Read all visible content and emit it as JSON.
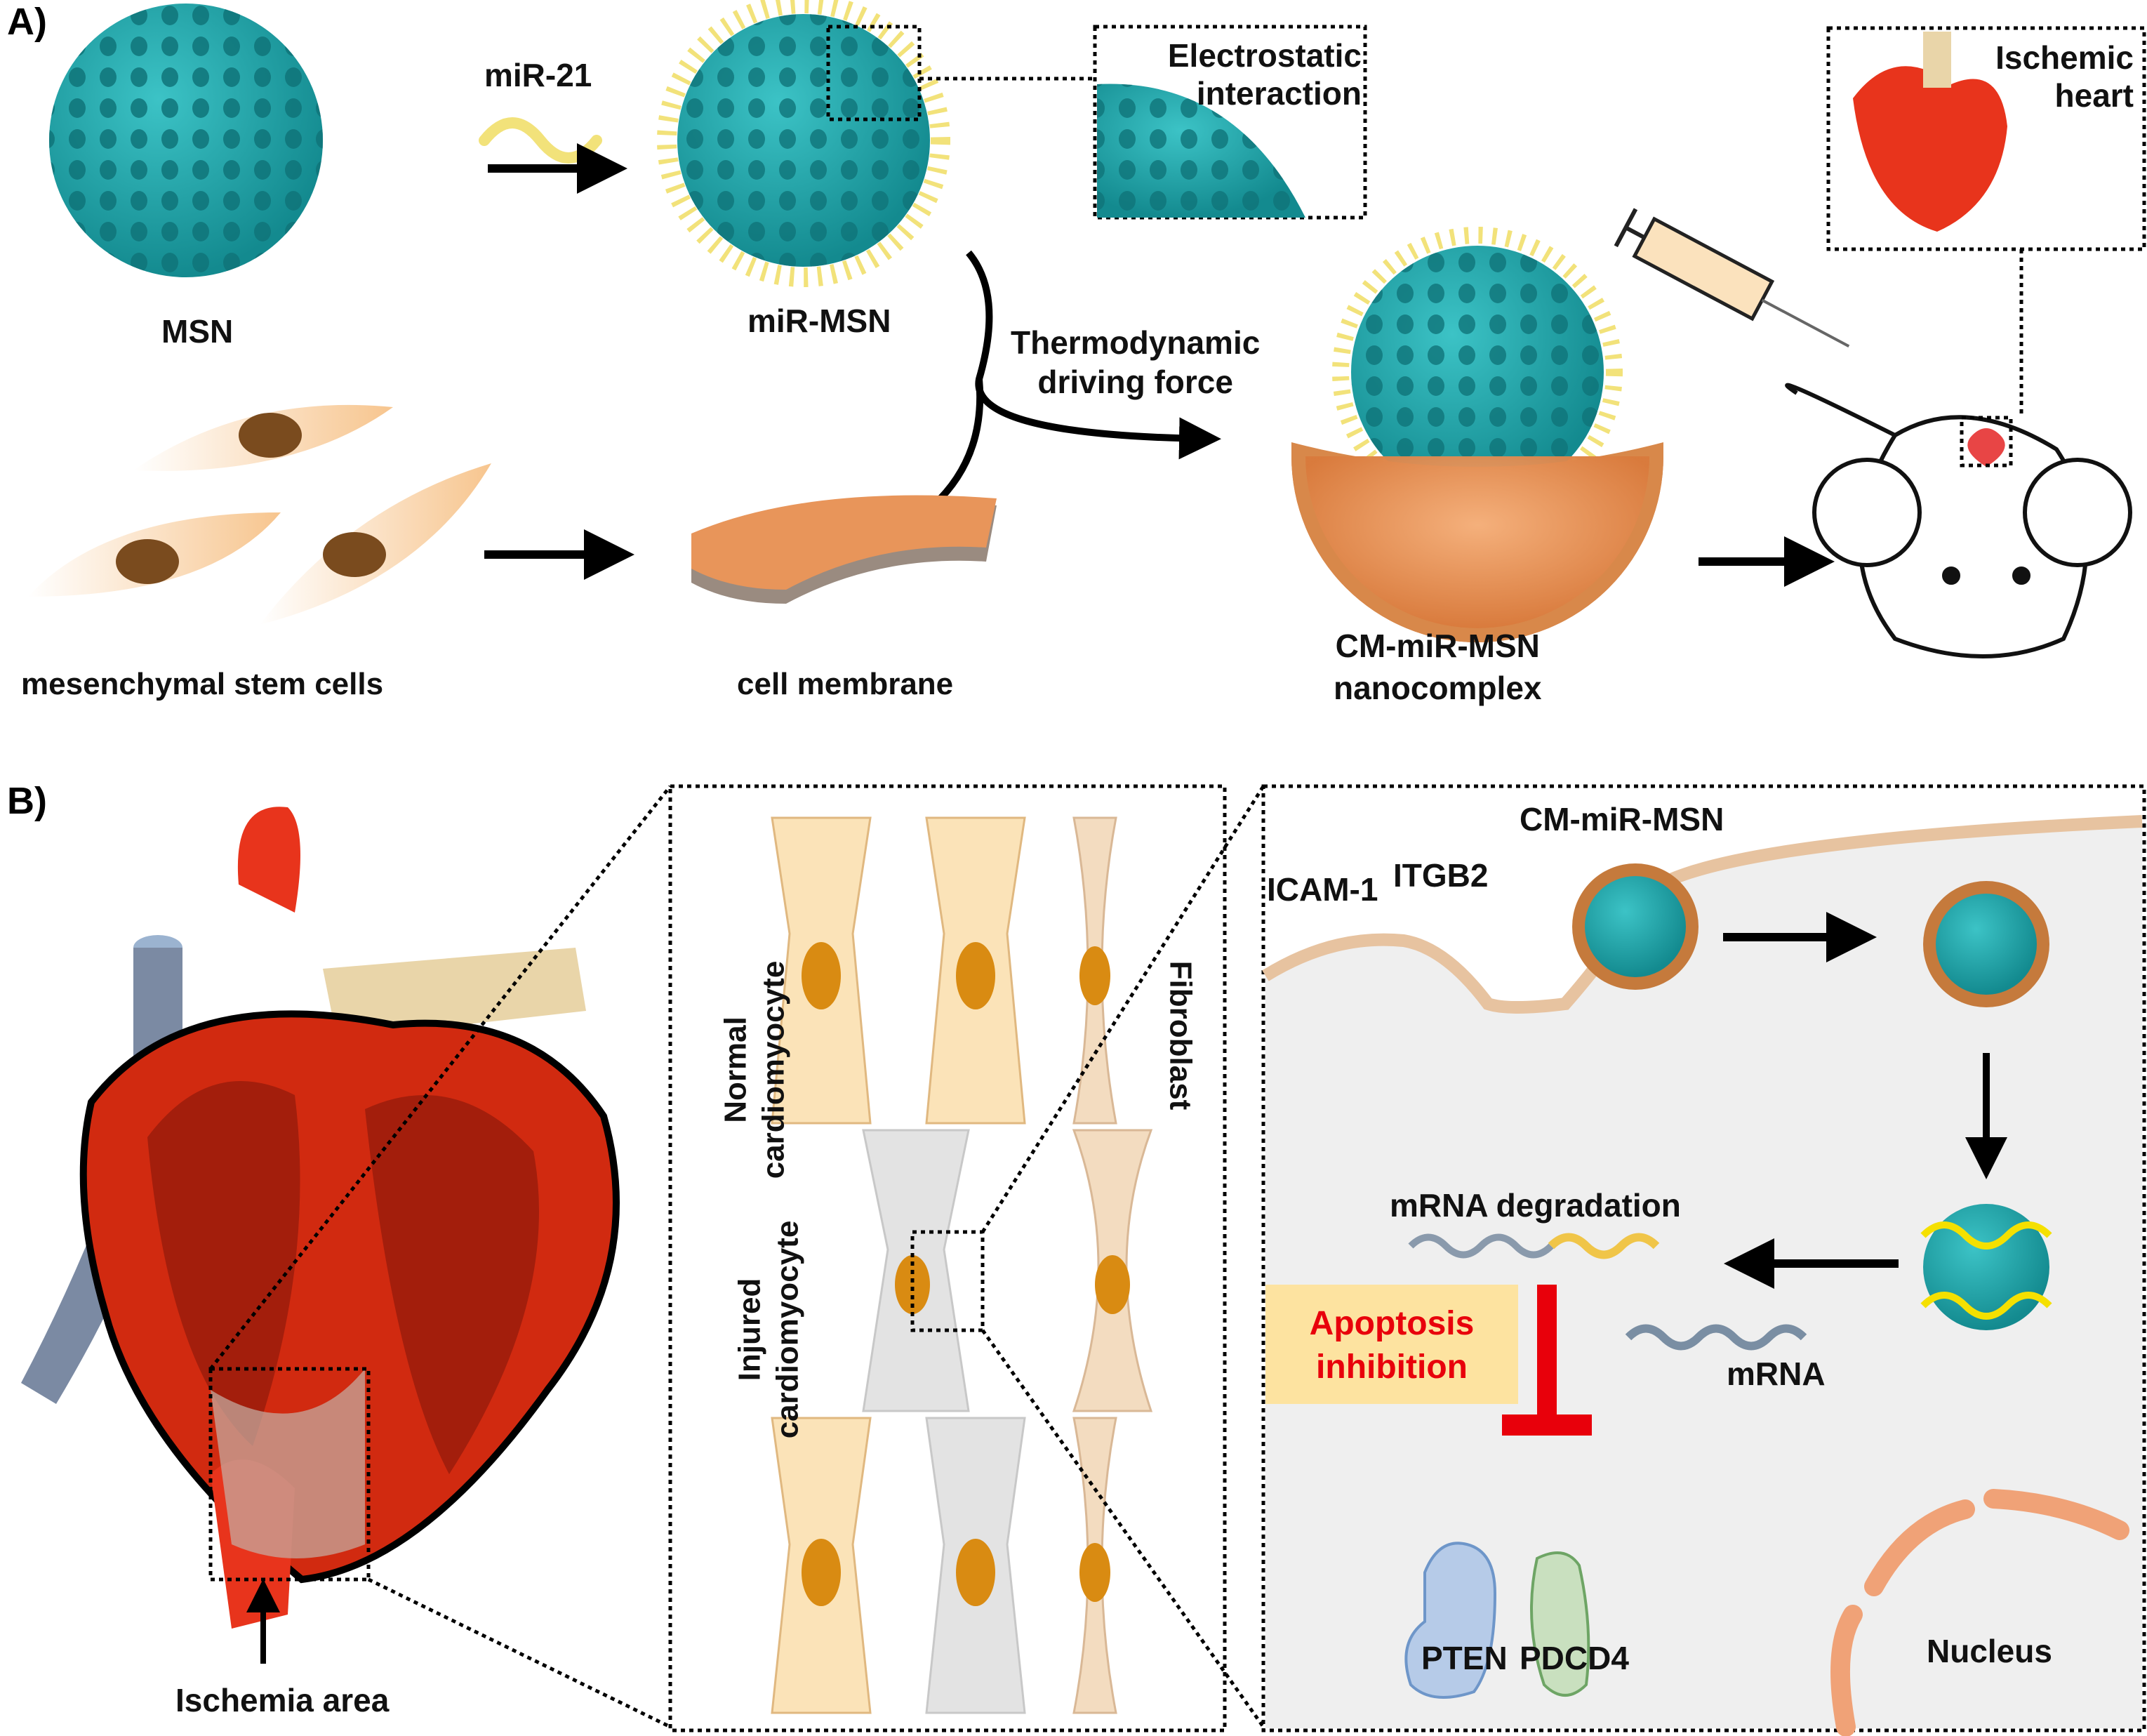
{
  "panels": {
    "a": "A)",
    "b": "B)"
  },
  "panel_a": {
    "msn": "MSN",
    "mir21": "miR-21",
    "mir_msn": "miR-MSN",
    "electrostatic_1": "Electrostatic",
    "electrostatic_2": "interaction",
    "thermo_1": "Thermodynamic",
    "thermo_2": "driving force",
    "msc": "mesenchymal stem cells",
    "cell_membrane": "cell membrane",
    "complex_1": "CM-miR-MSN",
    "complex_2": "nanocomplex",
    "ischemic_1": "Ischemic",
    "ischemic_2": "heart"
  },
  "panel_b": {
    "ischemia_area": "Ischemia area",
    "normal_1": "Normal",
    "normal_2": "cardiomyocyte",
    "injured_1": "Injured",
    "injured_2": "cardiomyocyte",
    "fibroblast": "Fibroblast",
    "cm_mir_msn": "CM-miR-MSN",
    "itgb2": "ITGB2",
    "icam1": "ICAM-1",
    "mrna_degradation": "mRNA degradation",
    "mrna": "mRNA",
    "apoptosis_1": "Apoptosis",
    "apoptosis_2": "inhibition",
    "pten": "PTEN",
    "pdcd4": "PDCD4",
    "nucleus": "Nucleus"
  },
  "colors": {
    "msn_teal": "#1fa3a8",
    "rna_yellow": "#f2e27a",
    "membrane_orange": "#e8955a",
    "heart_red": "#e8341c",
    "inhibit_red": "#e8000b",
    "apoptosis_box": "#fde3a0",
    "cell_gray": "#efefef"
  }
}
